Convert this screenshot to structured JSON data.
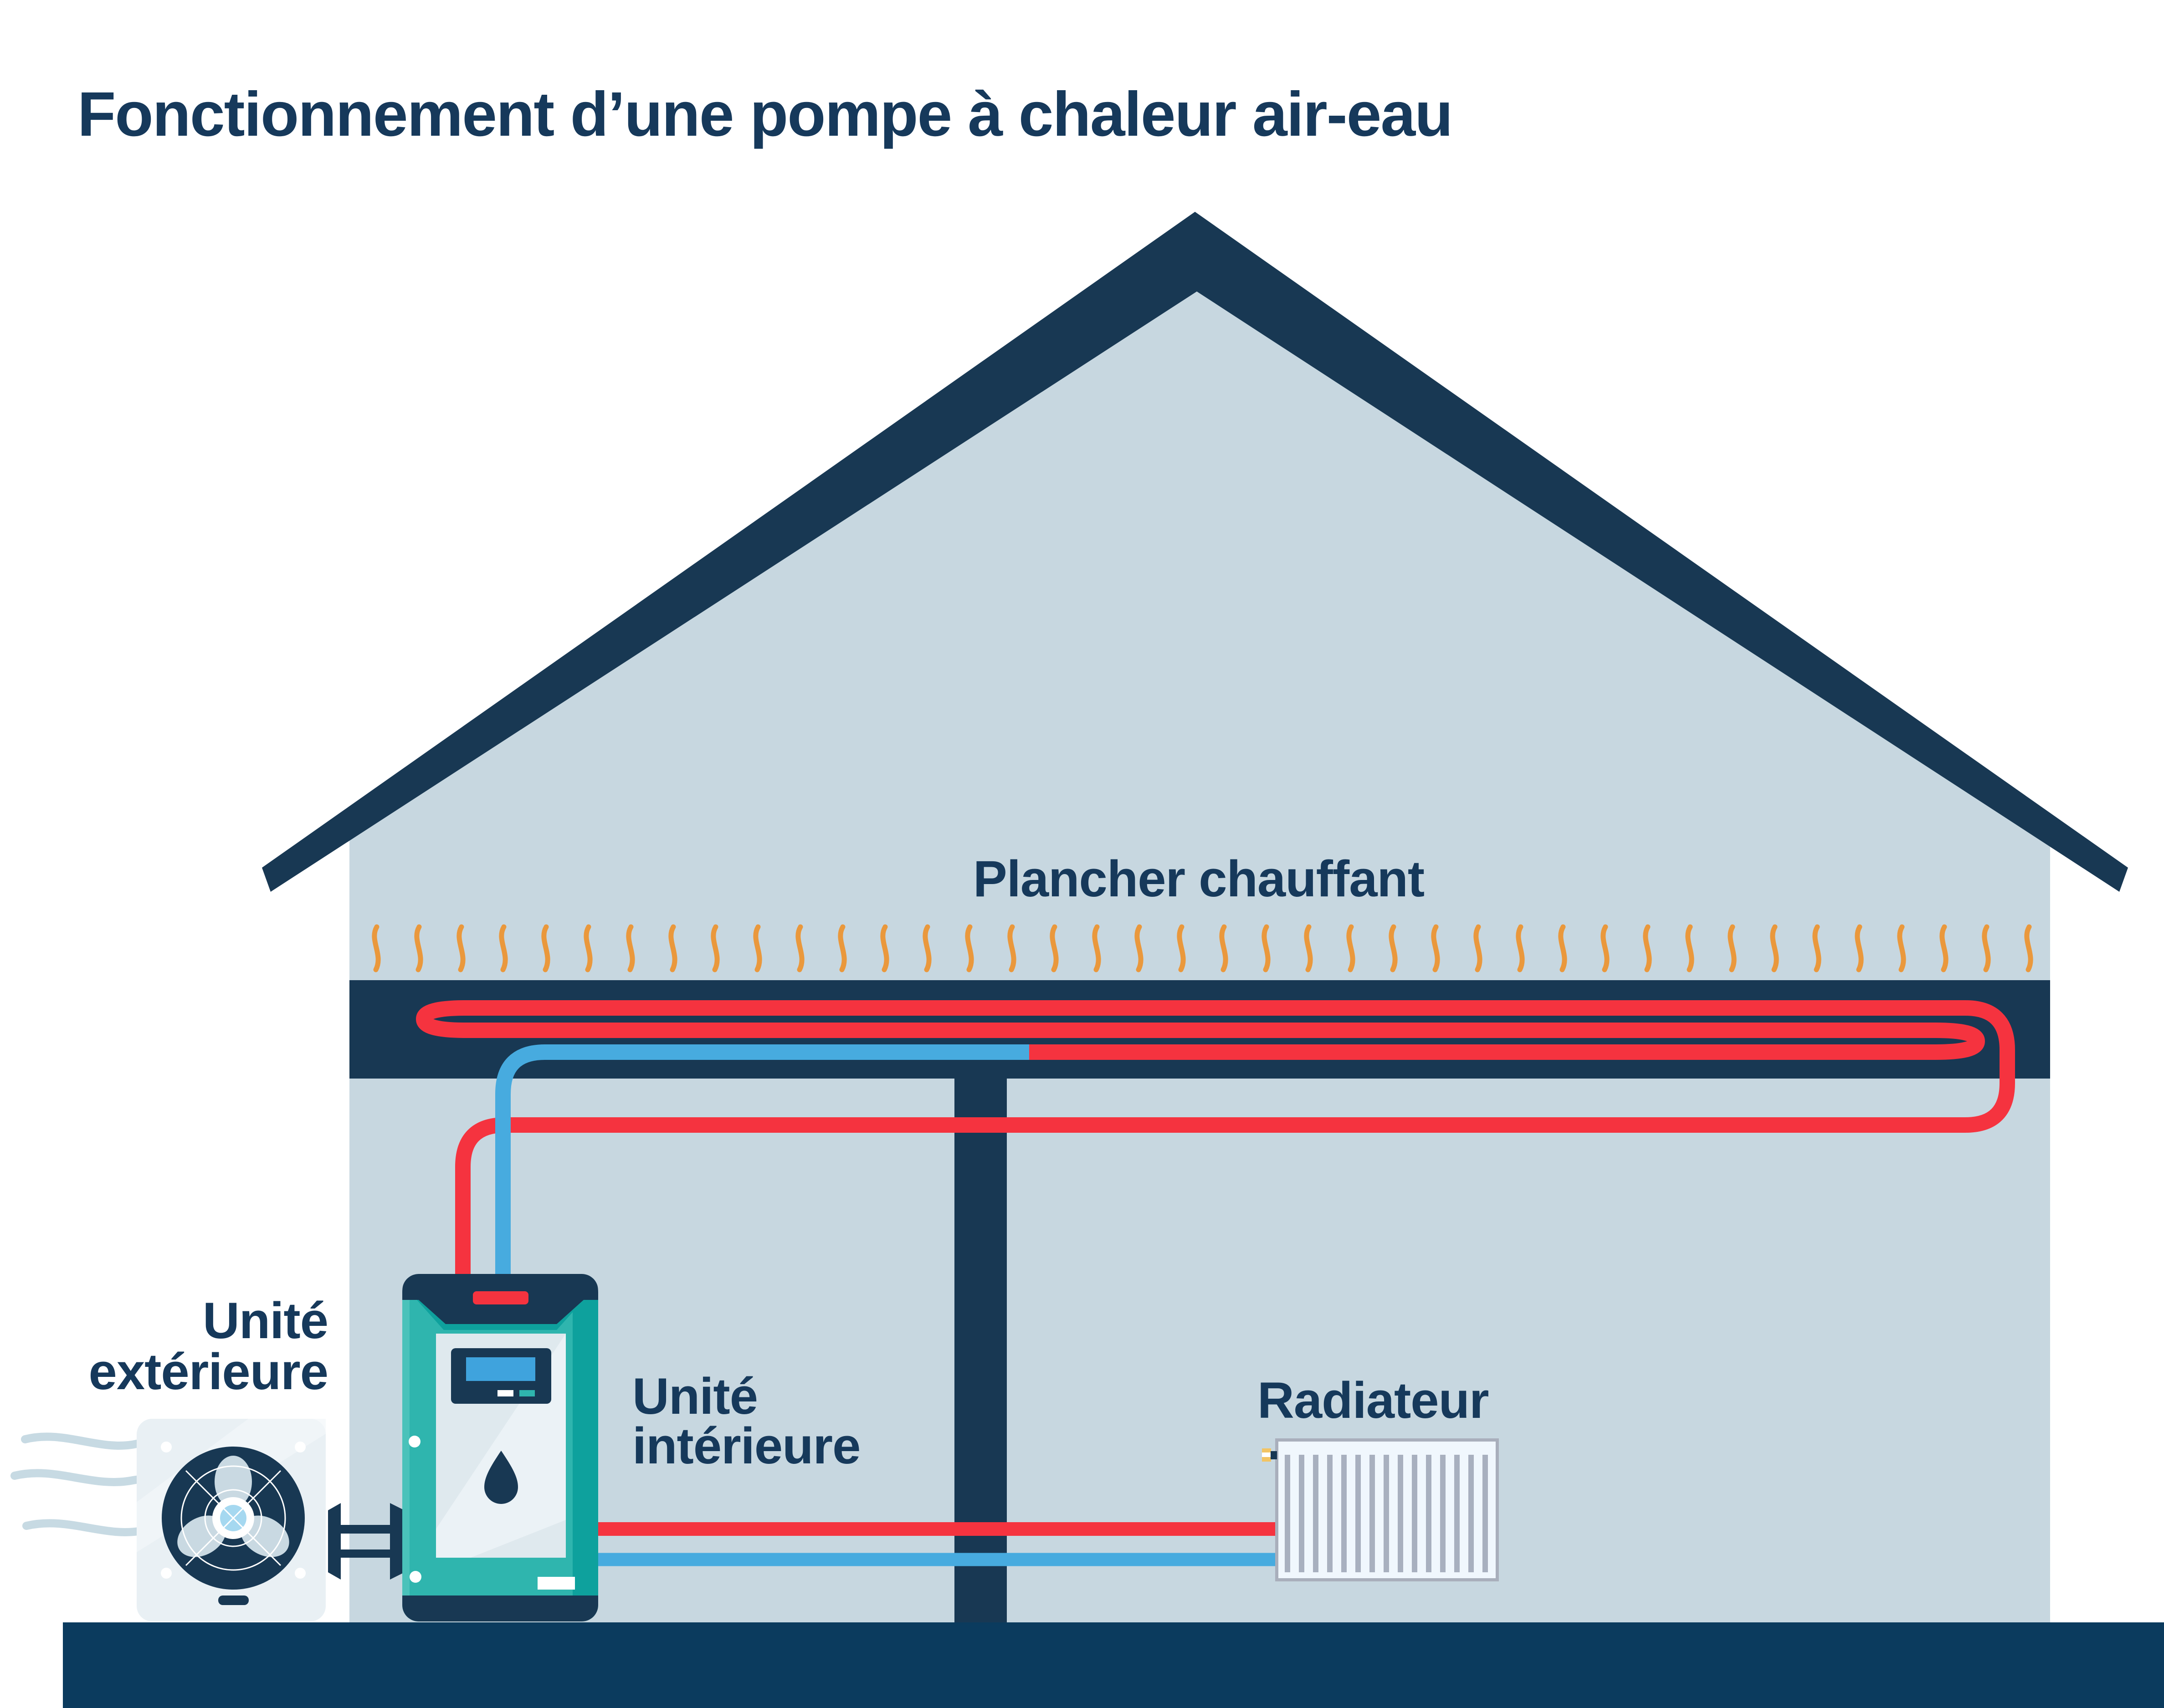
{
  "title": "Fonctionnement d’une pompe à chaleur air-eau",
  "labels": {
    "floor_heating": "Plancher chauffant",
    "outdoor_unit_line1": "Unité",
    "outdoor_unit_line2": "extérieure",
    "indoor_unit_line1": "Unité",
    "indoor_unit_line2": "intérieure",
    "radiator": "Radiateur"
  },
  "colors": {
    "navy": "#183853",
    "ground": "#0B3B5E",
    "text": "#16395B",
    "wall": "#C7D7E0",
    "red": "#F5333F",
    "blue": "#47ABDF",
    "orange": "#EA983C",
    "teal": "#2FB5AE",
    "teal-dark": "#0EA19D",
    "panel": "#DFE9EE",
    "fan-square": "#E9F0F4",
    "blade": "#C9D9E2",
    "hub-blue": "#A5D8F0",
    "screen": "#3FA3DD",
    "wave": "#C7DAE3",
    "rad-body": "#F0F7FD",
    "rad-slat": "#A8B0BF",
    "rad-border": "#A9AFBC",
    "valve-yellow": "#F2C464"
  },
  "decor": {
    "heat_wave_count": 40,
    "heat_wave_spacing": 93,
    "radiator_slat_count": 15,
    "radiator_slat_pitch": 31,
    "fan_blade_angles": [
      0,
      120,
      240
    ]
  }
}
